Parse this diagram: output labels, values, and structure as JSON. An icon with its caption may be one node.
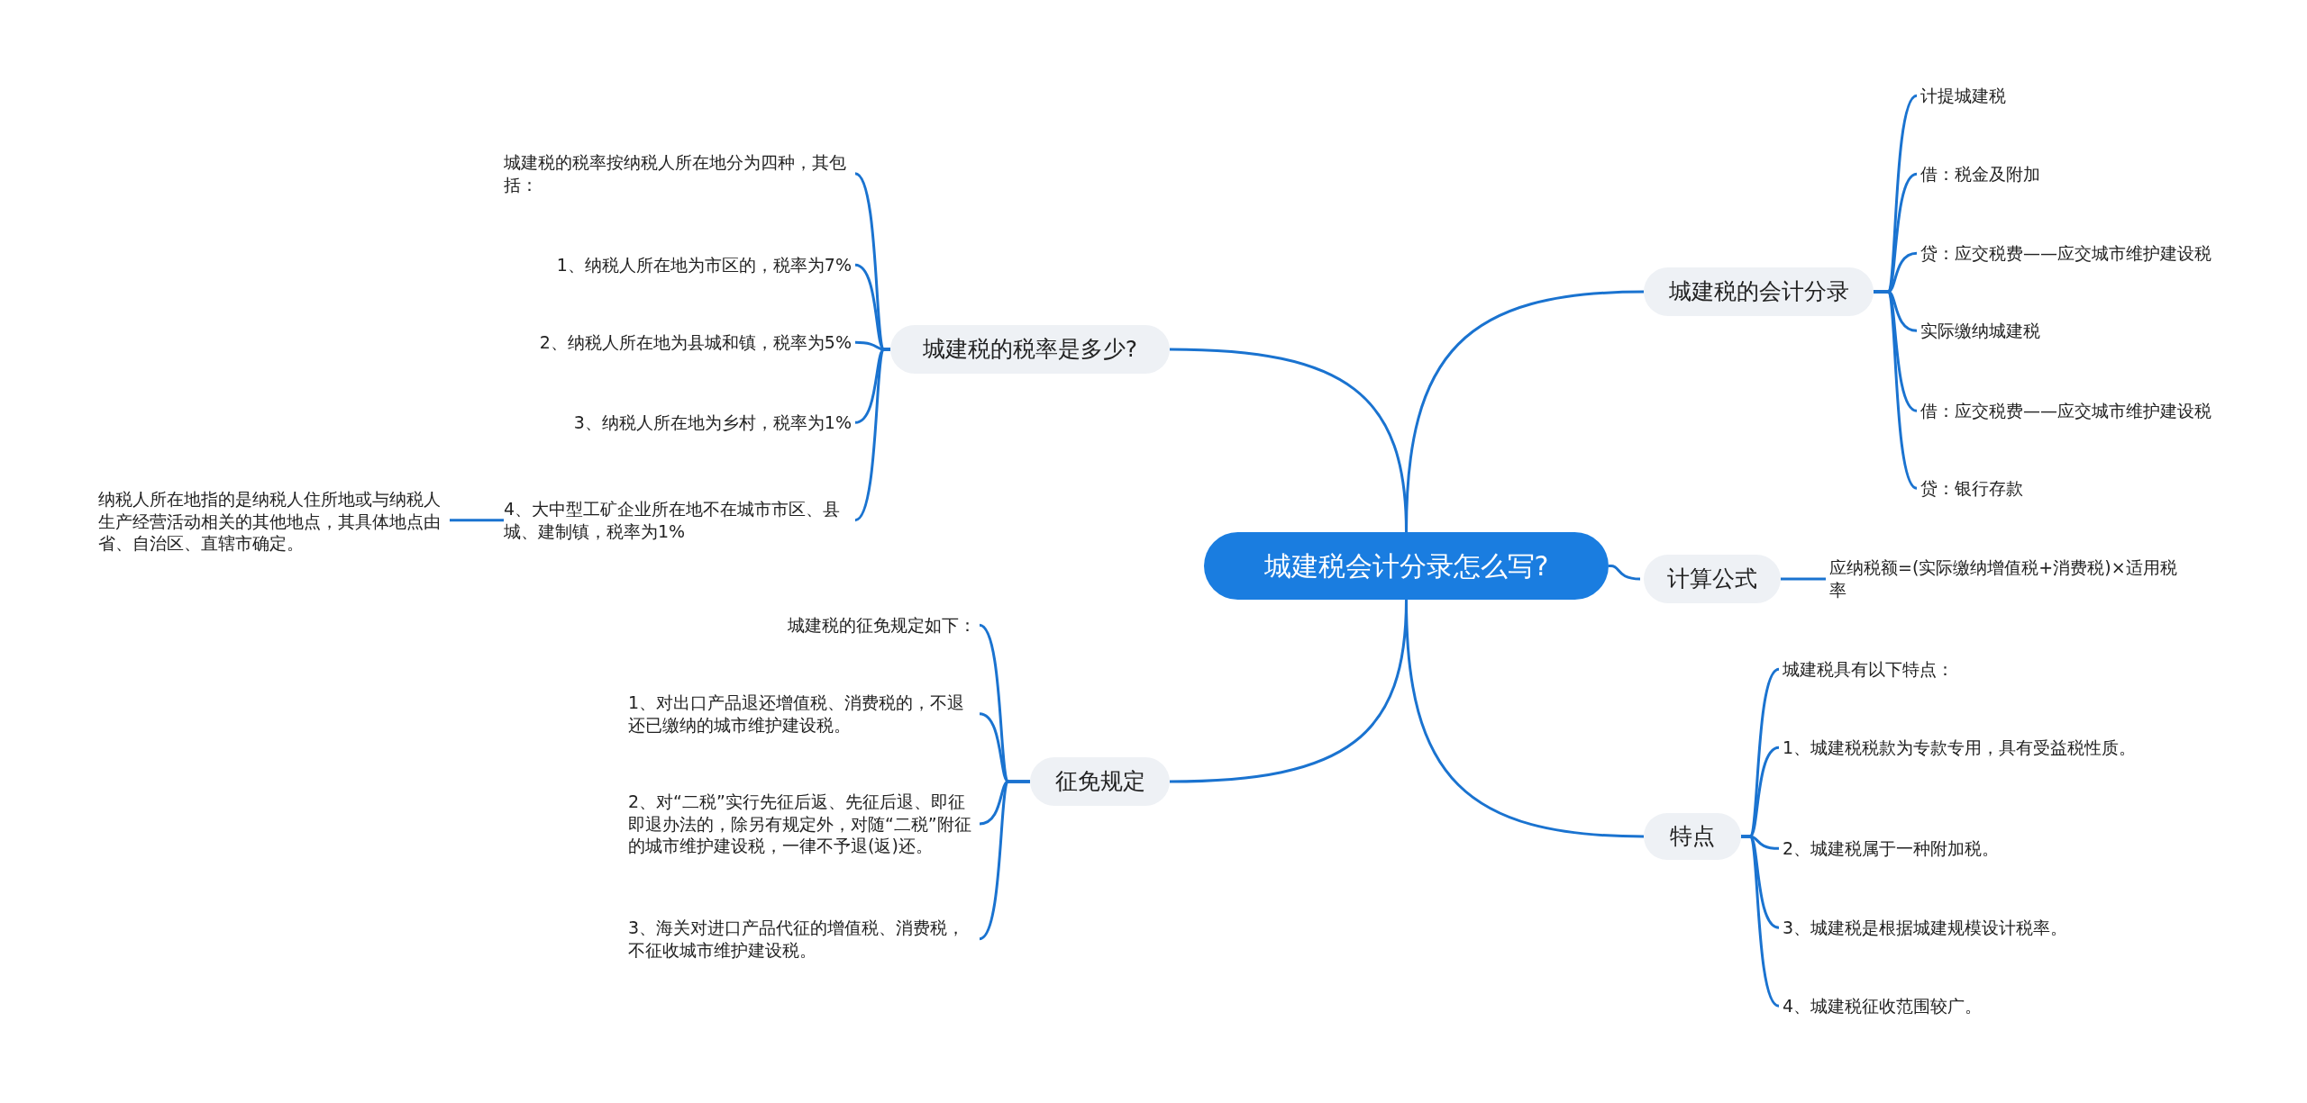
{
  "diagram": {
    "nodes": [
      {
        "text": [
          "城建税会计分录怎么写?"
        ]
      },
      {
        "text": [
          "城建税的税率是多少?"
        ]
      },
      {
        "text": [
          "城建税的税率按纳税人所在地分为四种，其包括："
        ]
      },
      {
        "text": [
          "1、纳税人所在地为市区的，税率为7%"
        ]
      },
      {
        "text": [
          "2、纳税人所在地为县城和镇，税率为5%"
        ]
      },
      {
        "text": [
          "3、纳税人所在地为乡村，税率为1%"
        ]
      },
      {
        "text": [
          "4、大中型工矿企业所在地不在城市市区、县城、建制镇，税率为1%"
        ]
      },
      {
        "text": [
          "纳税人所在地指的是纳税人住所地或与纳税人生产经营活动相关的其他地点，其具体地点由省、自治区、直辖市确定。"
        ]
      },
      {
        "text": [
          "征免规定"
        ]
      },
      {
        "text": [
          "城建税的征免规定如下："
        ]
      },
      {
        "text": [
          "1、对出口产品退还增值税、消费税的，不退还已缴纳的城市维护建设税。"
        ]
      },
      {
        "text": [
          "2、对“二税”实行先征后返、先征后退、即征即退办法的，除另有规定外，对随“二税”附征的城市维护建设税，一律不予退(返)还。"
        ]
      },
      {
        "text": [
          "3、海关对进口产品代征的增值税、消费税，不征收城市维护建设税。"
        ]
      },
      {
        "text": [
          "城建税的会计分录"
        ]
      },
      {
        "text": [
          "计提城建税"
        ]
      },
      {
        "text": [
          "借：税金及附加"
        ]
      },
      {
        "text": [
          "贷：应交税费——应交城市维护建设税"
        ]
      },
      {
        "text": [
          "实际缴纳城建税"
        ]
      },
      {
        "text": [
          "借：应交税费——应交城市维护建设税"
        ]
      },
      {
        "text": [
          "贷：银行存款"
        ]
      },
      {
        "text": [
          "计算公式"
        ]
      },
      {
        "text": [
          "应纳税额=(实际缴纳增值税+消费税)×适用税率"
        ]
      },
      {
        "text": [
          "特点"
        ]
      },
      {
        "text": [
          "城建税具有以下特点："
        ]
      },
      {
        "text": [
          "1、城建税税款为专款专用，具有受益税性质。"
        ]
      },
      {
        "text": [
          "2、城建税属于一种附加税。"
        ]
      },
      {
        "text": [
          "3、城建税是根据城建规模设计税率。"
        ]
      },
      {
        "text": [
          "4、城建税征收范围较广。"
        ]
      }
    ],
    "edges": [
      {
        "from": 0,
        "to": 1,
        "arrow": "none"
      },
      {
        "from": 1,
        "to": 2,
        "arrow": "none"
      },
      {
        "from": 1,
        "to": 3,
        "arrow": "none"
      },
      {
        "from": 1,
        "to": 4,
        "arrow": "none"
      },
      {
        "from": 1,
        "to": 5,
        "arrow": "none"
      },
      {
        "from": 1,
        "to": 6,
        "arrow": "none"
      },
      {
        "from": 6,
        "to": 7,
        "arrow": "none"
      },
      {
        "from": 0,
        "to": 8,
        "arrow": "none"
      },
      {
        "from": 8,
        "to": 9,
        "arrow": "none"
      },
      {
        "from": 8,
        "to": 10,
        "arrow": "none"
      },
      {
        "from": 8,
        "to": 11,
        "arrow": "none"
      },
      {
        "from": 8,
        "to": 12,
        "arrow": "none"
      },
      {
        "from": 0,
        "to": 13,
        "arrow": "none"
      },
      {
        "from": 13,
        "to": 14,
        "arrow": "none"
      },
      {
        "from": 13,
        "to": 15,
        "arrow": "none"
      },
      {
        "from": 13,
        "to": 16,
        "arrow": "none"
      },
      {
        "from": 13,
        "to": 17,
        "arrow": "none"
      },
      {
        "from": 13,
        "to": 18,
        "arrow": "none"
      },
      {
        "from": 13,
        "to": 19,
        "arrow": "none"
      },
      {
        "from": 0,
        "to": 20,
        "arrow": "none"
      },
      {
        "from": 20,
        "to": 21,
        "arrow": "none"
      },
      {
        "from": 0,
        "to": 22,
        "arrow": "none"
      },
      {
        "from": 22,
        "to": 23,
        "arrow": "none"
      },
      {
        "from": 22,
        "to": 24,
        "arrow": "none"
      },
      {
        "from": 22,
        "to": 25,
        "arrow": "none"
      },
      {
        "from": 22,
        "to": 26,
        "arrow": "none"
      },
      {
        "from": 22,
        "to": 27,
        "arrow": "none"
      }
    ]
  }
}
